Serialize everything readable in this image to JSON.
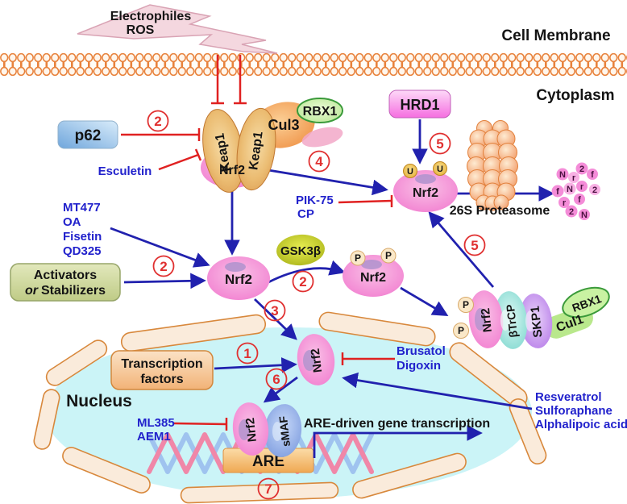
{
  "labels": {
    "electrophiles": "Electrophiles",
    "ros": "ROS",
    "cell_membrane": "Cell Membrane",
    "cytoplasm": "Cytoplasm",
    "nucleus": "Nucleus",
    "proteasome_26s": "26S Proteasome",
    "are_driven": "ARE-driven gene transcription"
  },
  "molecules": {
    "p62": "p62",
    "keap1": "Keap1",
    "cul3": "Cul3",
    "rbx1": "RBX1",
    "nrf2": "Nrf2",
    "hrd1": "HRD1",
    "gsk3b": "GSK3β",
    "btrcp": "βTrCP",
    "skp1": "SKP1",
    "cul1": "Cul1",
    "smaf": "sMAF",
    "are": "ARE",
    "ubiquitin": "U",
    "phospho": "P"
  },
  "inhibitors": {
    "esculetin": "Esculetin",
    "pik75": "PIK-75",
    "cp": "CP",
    "brusatol": "Brusatol",
    "digoxin": "Digoxin",
    "ml385": "ML385",
    "aem1": "AEM1"
  },
  "activators": {
    "mt477": "MT477",
    "oa": "OA",
    "fisetin": "Fisetin",
    "qd325": "QD325",
    "resveratrol": "Resveratrol",
    "sulforaphane": "Sulforaphane",
    "alphalipoic": "Alphalipoic acid"
  },
  "boxes": {
    "activators": {
      "line1": "Activators",
      "or": "or",
      "line2": "Stabilizers"
    },
    "transcription_factors": {
      "line1": "Transcription",
      "line2": "factors"
    }
  },
  "steps": {
    "s1": "1",
    "s2": "2",
    "s3": "3",
    "s4": "4",
    "s5": "5",
    "s6": "6",
    "s7": "7"
  },
  "fragments": [
    "N",
    "r",
    "2",
    "f",
    "f",
    "N",
    "r",
    "2",
    "r",
    "f",
    "2",
    "N"
  ],
  "colors": {
    "arrow_blue": "#2121AE",
    "inhibit_red": "#E02121",
    "drug_blue": "#2222CC",
    "step_red": "#E03030",
    "nrf2_pink": "#EF63C5",
    "membrane_orange": "#E8823C",
    "nucleus_fill": "#CBF4F7",
    "envelope_cream": "#FAEBDB",
    "proteasome_orange": "#F1935A"
  }
}
